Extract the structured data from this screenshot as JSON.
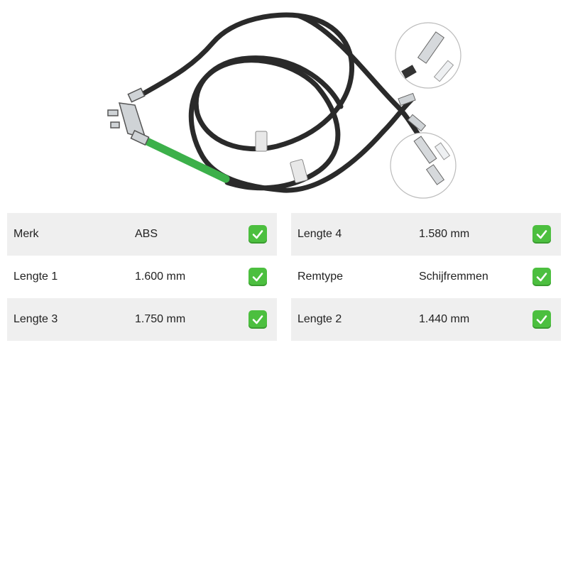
{
  "product": {
    "image_icon": "parking-brake-cable-image",
    "accent_color": "#3cb04a"
  },
  "specs": {
    "left": [
      {
        "label": "Merk",
        "value": "ABS",
        "checked": true
      },
      {
        "label": "Lengte 1",
        "value": "1.600 mm",
        "checked": true
      },
      {
        "label": "Lengte 3",
        "value": "1.750 mm",
        "checked": true
      }
    ],
    "right": [
      {
        "label": "Lengte 4",
        "value": "1.580 mm",
        "checked": true
      },
      {
        "label": "Remtype",
        "value": "Schijfremmen",
        "checked": true
      },
      {
        "label": "Lengte 2",
        "value": "1.440 mm",
        "checked": true
      }
    ],
    "check_icon": "check-mark-icon",
    "check_color": "#4cbf3f"
  }
}
